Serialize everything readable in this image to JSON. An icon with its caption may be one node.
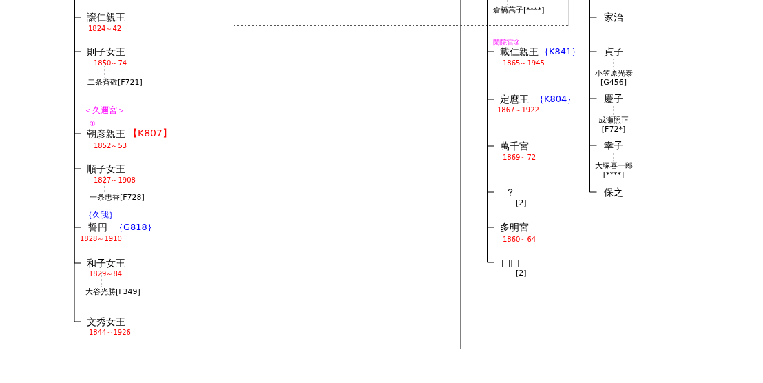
{
  "diagram": {
    "nodes": [
      {
        "text": [
          "譲仁親王"
        ],
        "beside": [
          "1824～42"
        ]
      },
      {
        "text": [
          "則子女王"
        ],
        "beside": [
          "1850～74"
        ]
      },
      {
        "text": [
          "二条斉敬[F721]"
        ]
      },
      {
        "text": [
          "朝彦親王"
        ],
        "beside": [
          "＜久邇宮＞",
          "①",
          "【K807】",
          "1852～53"
        ]
      },
      {
        "text": [
          "順子女王"
        ],
        "beside": [
          "1827～1908"
        ]
      },
      {
        "text": [
          "一条忠香[F728]"
        ]
      },
      {
        "text": [
          "誓円"
        ],
        "beside": [
          "｛久我｝",
          "｛G818｝",
          "1828～1910"
        ]
      },
      {
        "text": [
          "和子女王"
        ],
        "beside": [
          "1829～84"
        ]
      },
      {
        "text": [
          "大谷光勝[F349]"
        ]
      },
      {
        "text": [
          "文秀女王"
        ],
        "beside": [
          "1844～1926"
        ]
      },
      {
        "text": [
          "倉橋萬子[****]"
        ]
      },
      {
        "text": [
          "載仁親王"
        ],
        "beside": [
          "閑院宮②",
          "｛K841｝",
          "1865～1945"
        ]
      },
      {
        "text": [
          "定麿王"
        ],
        "beside": [
          "｛K804｝",
          "1867～1922"
        ]
      },
      {
        "text": [
          "萬千宮"
        ],
        "beside": [
          "1869～72"
        ]
      },
      {
        "text": [
          "？"
        ],
        "beside": [
          "[2]"
        ]
      },
      {
        "text": [
          "多明宮"
        ],
        "beside": [
          "1860～64"
        ]
      },
      {
        "text": [
          "□□"
        ],
        "beside": [
          "[2]"
        ]
      },
      {
        "text": [
          "家治"
        ]
      },
      {
        "text": [
          "貞子"
        ]
      },
      {
        "text": [
          "小笠原光泰[G456]"
        ]
      },
      {
        "text": [
          "慶子"
        ]
      },
      {
        "text": [
          "成瀬照正[F72*]"
        ]
      },
      {
        "text": [
          "幸子"
        ]
      },
      {
        "text": [
          "大塚喜一郎[****]"
        ]
      },
      {
        "text": [
          "保之"
        ]
      }
    ],
    "edges": [
      {
        "from": null,
        "to": 0,
        "arrow": "none"
      },
      {
        "from": null,
        "to": 1,
        "arrow": "none"
      },
      {
        "from": 1,
        "to": 2,
        "arrow": "none",
        "style": "dashed",
        "color": "#808080"
      },
      {
        "from": null,
        "to": 3,
        "arrow": "none"
      },
      {
        "from": null,
        "to": 4,
        "arrow": "none"
      },
      {
        "from": 4,
        "to": 5,
        "arrow": "none",
        "style": "dashed",
        "color": "#808080"
      },
      {
        "from": null,
        "to": 6,
        "arrow": "none"
      },
      {
        "from": null,
        "to": 7,
        "arrow": "none"
      },
      {
        "from": 7,
        "to": 8,
        "arrow": "none",
        "style": "dashed",
        "color": "#808080"
      },
      {
        "from": null,
        "to": 9,
        "arrow": "none"
      },
      {
        "from": null,
        "to": 10,
        "arrow": "none",
        "style": "dashed",
        "color": "#808080"
      },
      {
        "from": null,
        "to": 11,
        "arrow": "none"
      },
      {
        "from": null,
        "to": 12,
        "arrow": "none"
      },
      {
        "from": null,
        "to": 13,
        "arrow": "none"
      },
      {
        "from": null,
        "to": 14,
        "arrow": "none"
      },
      {
        "from": null,
        "to": 15,
        "arrow": "none"
      },
      {
        "from": null,
        "to": 16,
        "arrow": "none"
      },
      {
        "from": null,
        "to": 17,
        "arrow": "none"
      },
      {
        "from": null,
        "to": 18,
        "arrow": "none"
      },
      {
        "from": 18,
        "to": 19,
        "arrow": "none",
        "style": "dashed",
        "color": "#808080"
      },
      {
        "from": null,
        "to": 20,
        "arrow": "none"
      },
      {
        "from": 20,
        "to": 21,
        "arrow": "none",
        "style": "dashed",
        "color": "#808080"
      },
      {
        "from": null,
        "to": 22,
        "arrow": "none"
      },
      {
        "from": 22,
        "to": 23,
        "arrow": "none",
        "style": "dashed",
        "color": "#808080"
      },
      {
        "from": null,
        "to": 24,
        "arrow": "none"
      }
    ]
  }
}
